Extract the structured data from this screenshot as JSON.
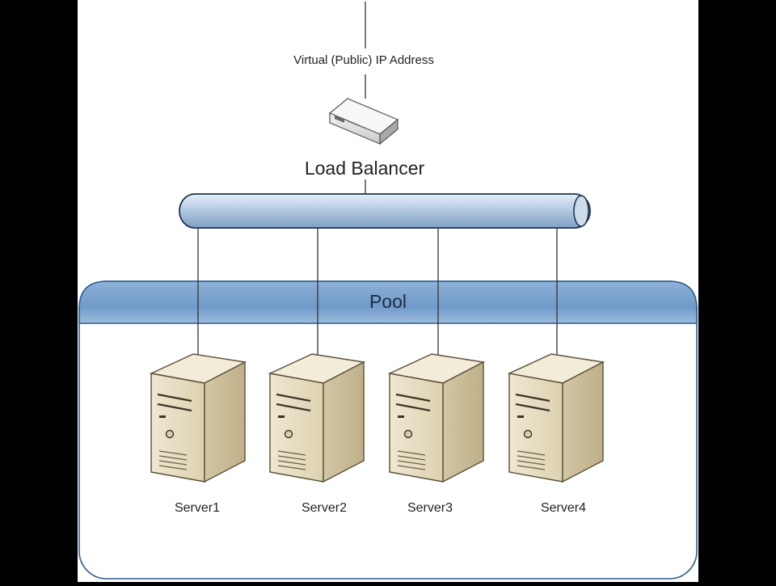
{
  "diagram": {
    "labels": {
      "public_ip": "Virtual (Public) IP Address",
      "load_balancer": "Load Balancer",
      "pool": "Pool"
    },
    "servers": [
      {
        "label": "Server1"
      },
      {
        "label": "Server2"
      },
      {
        "label": "Server3"
      },
      {
        "label": "Server4"
      }
    ],
    "colors": {
      "canvas": "#ffffff",
      "letterbox": "#000000",
      "pipe": "#a9c3df",
      "pipe_stroke": "#1f3550",
      "pool_header": "#6f9ac9",
      "pool_border": "#2b5a8f",
      "server_front": "#e6dcc0",
      "server_side": "#c9bb94",
      "server_top": "#f3ecd9",
      "line": "#333333",
      "text": "#222222"
    }
  }
}
